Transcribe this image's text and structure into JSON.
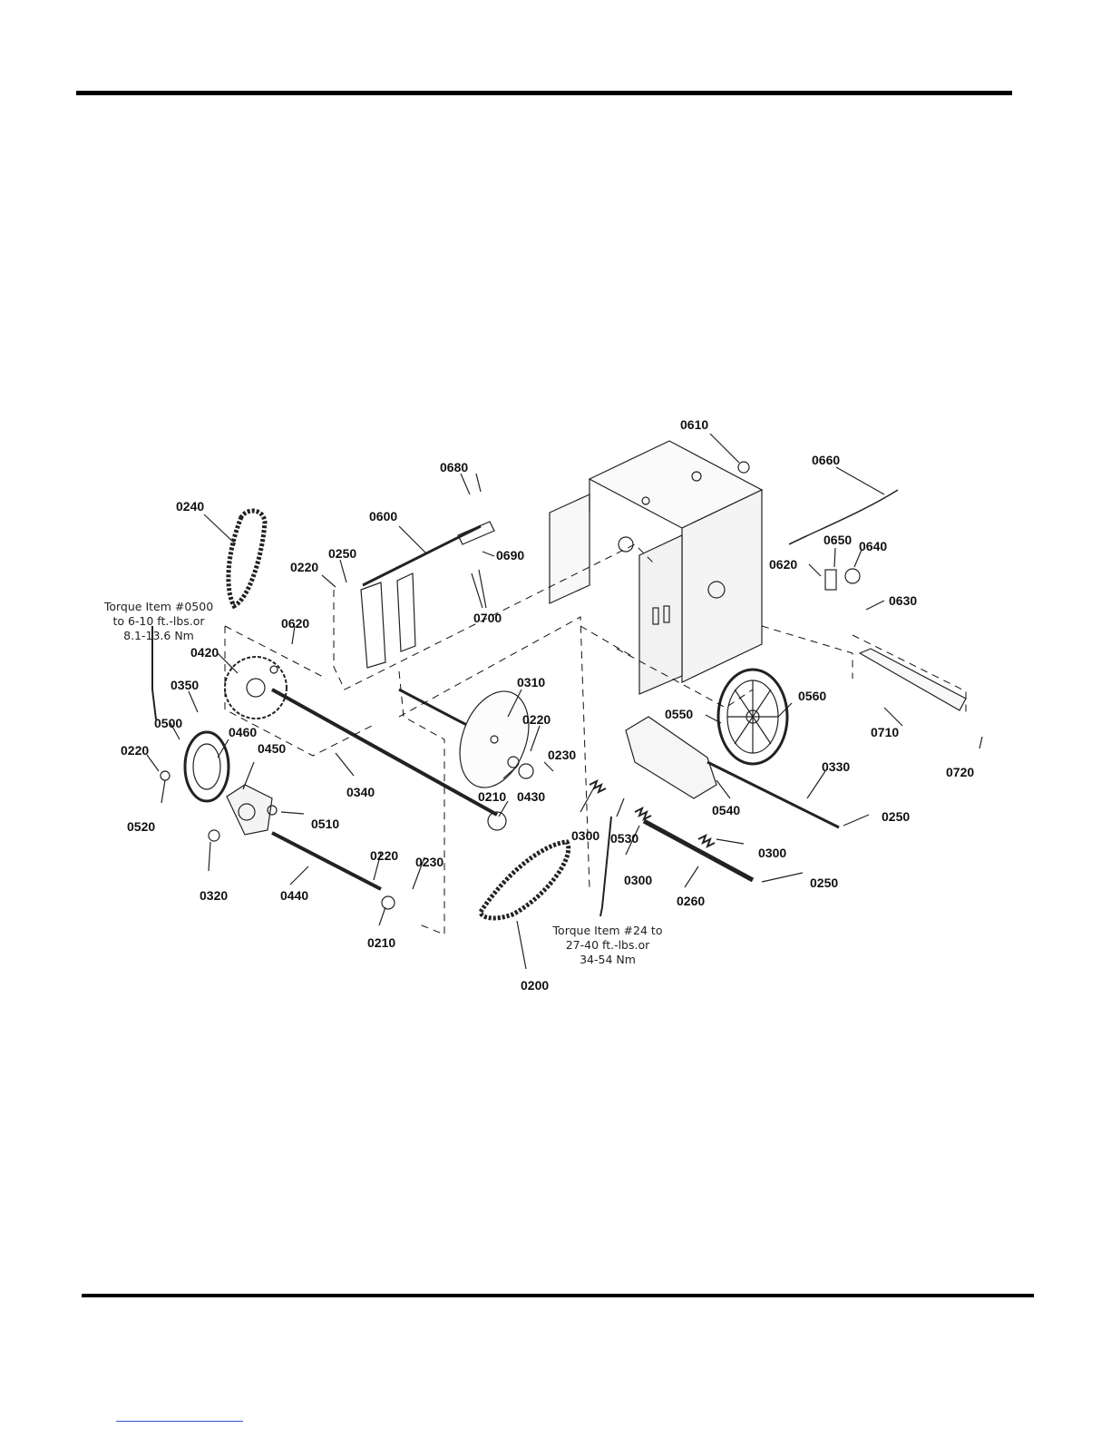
{
  "callouts": {
    "c0610": "0610",
    "c0660": "0660",
    "c0680": "0680",
    "c0240": "0240",
    "c0600": "0600",
    "c0650": "0650",
    "c0640": "0640",
    "c0250a": "0250",
    "c0220a": "0220",
    "c0690": "0690",
    "c0620a": "0620",
    "c0630": "0630",
    "c0700": "0700",
    "c0620b": "0620",
    "c0420": "0420",
    "c0310": "0310",
    "c0560": "0560",
    "c0550": "0550",
    "c0350": "0350",
    "c0220b": "0220",
    "c0710": "0710",
    "c0500": "0500",
    "c0460": "0460",
    "c0220c": "0220",
    "c0450": "0450",
    "c0230a": "0230",
    "c0720": "0720",
    "c0330": "0330",
    "c0340": "0340",
    "c0210a": "0210",
    "c0430": "0430",
    "c0540": "0540",
    "c0520": "0520",
    "c0510": "0510",
    "c0250b": "0250",
    "c0300a": "0300",
    "c0530": "0530",
    "c0300b": "0300",
    "c0220d": "0220",
    "c0230b": "0230",
    "c0320": "0320",
    "c0440": "0440",
    "c0300c": "0300",
    "c0250c": "0250",
    "c0260": "0260",
    "c0210b": "0210",
    "c0200": "0200"
  },
  "notes": {
    "torque_left": [
      "Torque Item #0500",
      "to 6-10 ft.-lbs.or",
      "8.1-13.6 Nm"
    ],
    "torque_right": [
      "Torque Item #24 to",
      "27-40 ft.-lbs.or",
      "34-54 Nm"
    ]
  }
}
